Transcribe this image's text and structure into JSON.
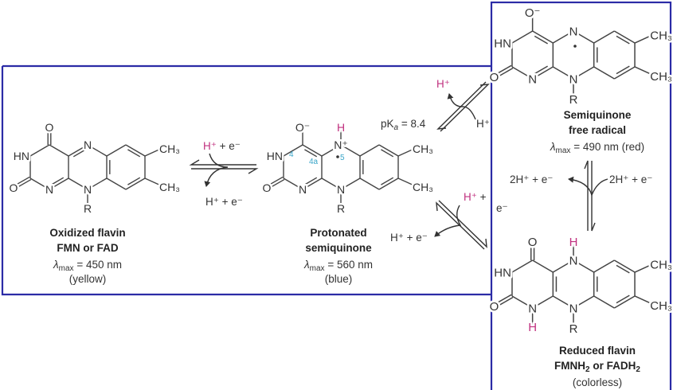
{
  "colors": {
    "frame": "#2b2ba6",
    "proton": "#c0307f",
    "locant": "#3aa6c8"
  },
  "structures": {
    "oxidized": {
      "O4": "O",
      "N3": "HN",
      "O2": "O",
      "N1": "N",
      "N5": "N",
      "N10": "N",
      "R": "R",
      "Me7": "CH₃",
      "Me8": "CH₃"
    },
    "protonated": {
      "O4": "O⁻",
      "N3": "HN",
      "O2": "O",
      "N1": "N",
      "N5": "N⁺",
      "N10": "N",
      "R": "R",
      "Me7": "CH₃",
      "Me8": "CH₃",
      "H5": "H"
    },
    "radical": {
      "O4": "O⁻",
      "N3": "HN",
      "O2": "O",
      "N1": "N",
      "N5": "N",
      "N10": "N",
      "R": "R",
      "Me7": "CH₃",
      "Me8": "CH₃"
    },
    "reduced": {
      "O4": "O",
      "N3": "HN",
      "O2": "O",
      "N1": "N",
      "N5": "N",
      "N10": "N",
      "R": "R",
      "Me7": "CH₃",
      "Me8": "CH₃",
      "H5": "H",
      "H1": "H"
    }
  },
  "locants": {
    "c4": "4",
    "c4a": "4a",
    "n5": "5"
  },
  "captions": {
    "oxidized": {
      "l1": "Oxidized flavin",
      "l2": "FMN or FAD",
      "lambda": "λ",
      "sub": "max",
      "value": " = 450 nm",
      "color": "(yellow)"
    },
    "protonated": {
      "l1": "Protonated",
      "l2": "semiquinone",
      "lambda": "λ",
      "sub": "max",
      "value": " = 560 nm",
      "color": "(blue)"
    },
    "radical": {
      "l1": "Semiquinone",
      "l2": "free radical",
      "lambda": "λ",
      "sub": "max",
      "value": " = 490 nm (red)"
    },
    "reduced": {
      "l1": "Reduced flavin",
      "l2a": "FMNH",
      "l2s1": "2",
      "l2b": " or FADH",
      "l2s2": "2",
      "color": "(colorless)"
    }
  },
  "reagents": {
    "ox_top_h": "H⁺",
    "ox_top_rest": " + e⁻",
    "ox_bottom": "H⁺ + e⁻",
    "pka_label": "pK",
    "pka_sub": "a",
    "pka_value": " = 8.4",
    "pka_h_out": "H⁺",
    "pka_h_in": "H⁺",
    "low_h": "H⁺",
    "low_plus": " +",
    "low_e": "e⁻",
    "low_out": "H⁺ + e⁻",
    "vert_left": "2H⁺ + e⁻",
    "vert_right": "2H⁺ + e⁻"
  }
}
